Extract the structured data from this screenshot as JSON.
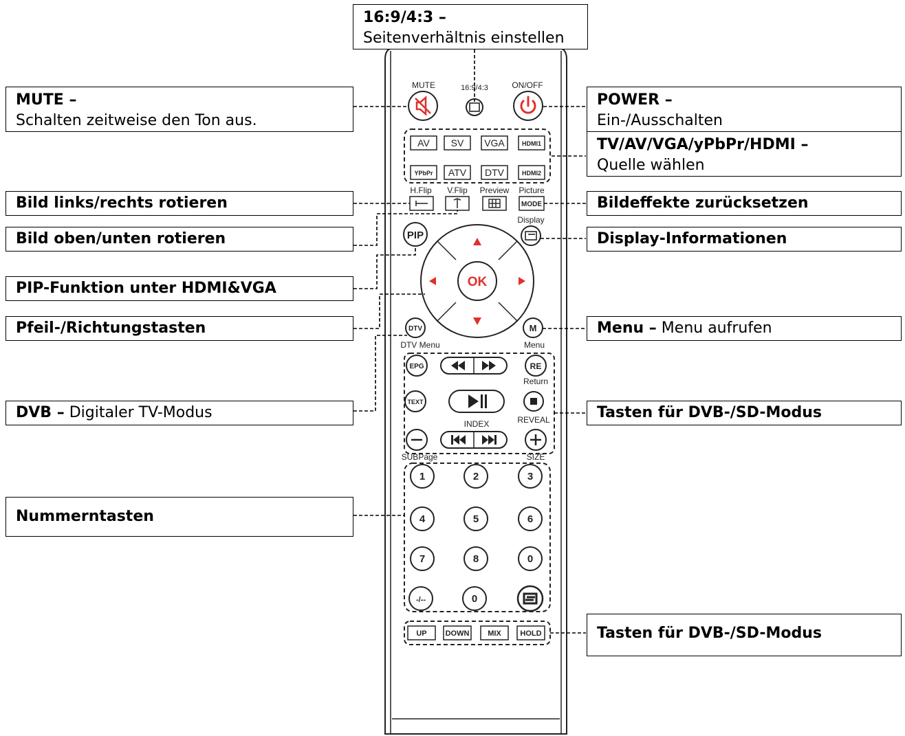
{
  "callouts": {
    "aspect": {
      "title": "16:9/4:3 –",
      "desc": "Seitenverhältnis einstellen"
    },
    "mute": {
      "title": "MUTE –",
      "desc": "Schalten zeitweise den Ton aus."
    },
    "power": {
      "title": "POWER –",
      "desc": "Ein-/Ausschalten"
    },
    "source": {
      "title": "TV/AV/VGA/yPbPr/HDMI –",
      "desc": "Quelle wählen"
    },
    "hflip": {
      "title": "Bild links/rechts rotieren"
    },
    "picture_reset": {
      "title": "Bildeffekte zurücksetzen"
    },
    "vflip": {
      "title": "Bild oben/unten rotieren"
    },
    "display": {
      "title": "Display-Informationen"
    },
    "pip": {
      "title": "PIP-Funktion unter HDMI&VGA"
    },
    "arrows": {
      "title": "Pfeil-/Richtungstasten"
    },
    "menu": {
      "title": "Menu –",
      "desc": "Menu aufrufen"
    },
    "dvb": {
      "title": "DVB –",
      "desc": "Digitaler TV-Modus"
    },
    "dvb_keys_1": {
      "title": "Tasten für DVB-/SD-Modus"
    },
    "numbers": {
      "title": "Nummerntasten"
    },
    "dvb_keys_2": {
      "title": "Tasten für DVB-/SD-Modus"
    }
  },
  "remote": {
    "labels": {
      "mute": "MUTE",
      "aspect": "16:9/4:3",
      "onoff": "ON/OFF",
      "hflip": "H.Flip",
      "vflip": "V.Flip",
      "preview": "Preview",
      "picture": "Picture",
      "display": "Display",
      "dtv_menu": "DTV Menu",
      "menu": "Menu",
      "return": "Return",
      "index": "INDEX",
      "reveal": "REVEAL",
      "subpage": "SUBPage",
      "size": "SIZE"
    },
    "source_buttons": [
      "AV",
      "SV",
      "VGA",
      "HDMI1",
      "YPbPr",
      "ATV",
      "DTV",
      "HDMI2"
    ],
    "buttons": {
      "mode": "MODE",
      "pip": "PIP",
      "ok": "OK",
      "dtv": "DTV",
      "m": "M",
      "epg": "EPG",
      "re": "RE",
      "text": "TEXT"
    },
    "number_buttons": [
      "1",
      "2",
      "3",
      "4",
      "5",
      "6",
      "7",
      "8",
      "0",
      "-/--",
      "0"
    ],
    "bottom_buttons": [
      "UP",
      "DOWN",
      "MIX",
      "HOLD"
    ]
  },
  "colors": {
    "red": "#e0302b",
    "line": "#000000"
  }
}
